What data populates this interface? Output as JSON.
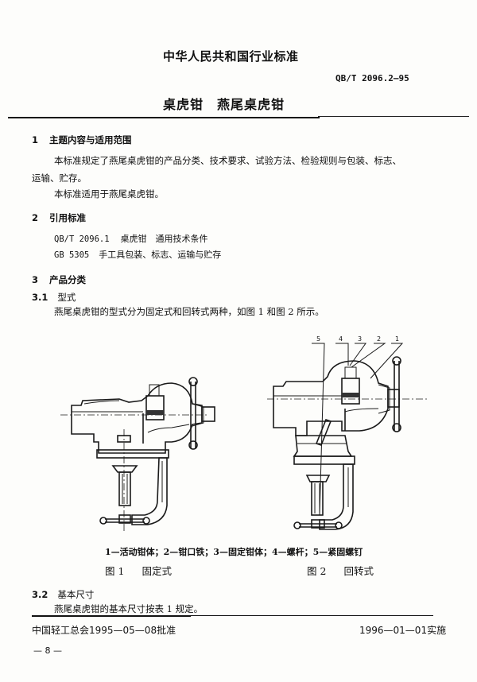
{
  "header": {
    "organization": "中华人民共和国行业标准",
    "standard_code": "QB/T 2096.2—95",
    "title": "桌虎钳　燕尾桌虎钳"
  },
  "sections": [
    {
      "number": "1",
      "heading": "主题内容与适用范围",
      "paragraphs": [
        "本标准规定了燕尾桌虎钳的产品分类、技术要求、试验方法、检验规则与包装、标志、",
        "运输、贮存。",
        "本标准适用于燕尾桌虎钳。"
      ]
    },
    {
      "number": "2",
      "heading": "引用标准",
      "references": [
        {
          "code": "QB/T 2096.1",
          "title": "桌虎钳　通用技术条件"
        },
        {
          "code": "GB 5305",
          "title": "手工具包装、标志、运输与贮存"
        }
      ]
    },
    {
      "number": "3",
      "heading": "产品分类",
      "subsections": [
        {
          "number": "3.1",
          "heading": "型式",
          "text": "燕尾桌虎钳的型式分为固定式和回转式两种，如图 1 和图 2 所示。"
        },
        {
          "number": "3.2",
          "heading": "基本尺寸",
          "text": "燕尾桌虎钳的基本尺寸按表 1 规定。"
        }
      ]
    }
  ],
  "figures": {
    "part_callouts": [
      "5",
      "4",
      "3",
      "2",
      "1"
    ],
    "legend": "1—活动钳体；2—钳口铁；3—固定钳体；4—螺杆；5—紧固螺钉",
    "figure1": {
      "number": "图 1",
      "caption": "固定式"
    },
    "figure2": {
      "number": "图 2",
      "caption": "回转式"
    }
  },
  "footer": {
    "approval": "中国轻工总会1995—05—08批准",
    "effective": "1996—01—01实施",
    "page_number": "— 8 —"
  }
}
